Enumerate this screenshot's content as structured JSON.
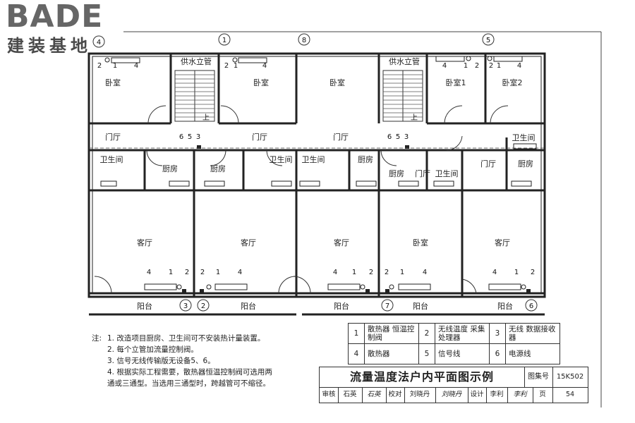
{
  "logo": {
    "brand": "BADE",
    "cn": "建装基地"
  },
  "axis": [
    "4",
    "1",
    "8",
    "5",
    "3",
    "2",
    "7",
    "6"
  ],
  "rooms": {
    "bedroom": "卧室",
    "bedroom1": "卧室1",
    "bedroom2": "卧室2",
    "riser": "供水立管",
    "hall": "门厅",
    "wc": "卫生间",
    "kitchen": "厨房",
    "living": "客厅",
    "balcony": "阳台"
  },
  "markers": [
    "1",
    "2",
    "3",
    "4",
    "5",
    "6"
  ],
  "stair_mark": "上",
  "notes": {
    "header": "注:",
    "items": [
      "1. 改造项目厨房、卫生间可不安装热计量装置。",
      "2. 每个立管加流量控制阀。",
      "3. 信号无线传输版无设备5、6。",
      "4. 根据实际工程需要，散热器恒温控制阀可选用两",
      "   通或三通型。当选用三通型时，跨越管可不缩径。"
    ]
  },
  "legend": [
    {
      "n": "1",
      "t": "散热器 恒温控制阀"
    },
    {
      "n": "2",
      "t": "无线温度 采集处理器"
    },
    {
      "n": "3",
      "t": "无线 数据接收器"
    },
    {
      "n": "4",
      "t": "散热器"
    },
    {
      "n": "5",
      "t": "信号线"
    },
    {
      "n": "6",
      "t": "电源线"
    }
  ],
  "title_block": {
    "title": "流量温度法户内平面图示例",
    "atlas_label": "图集号",
    "atlas_code": "15K502",
    "review_label": "审核",
    "reviewer": "石英",
    "review_sig": "石英",
    "check_label": "校对",
    "checker": "刘晓丹",
    "check_sig": "刘晓丹",
    "design_label": "设计",
    "designer": "李利",
    "design_sig": "李利",
    "page_label": "页",
    "page": "54"
  }
}
